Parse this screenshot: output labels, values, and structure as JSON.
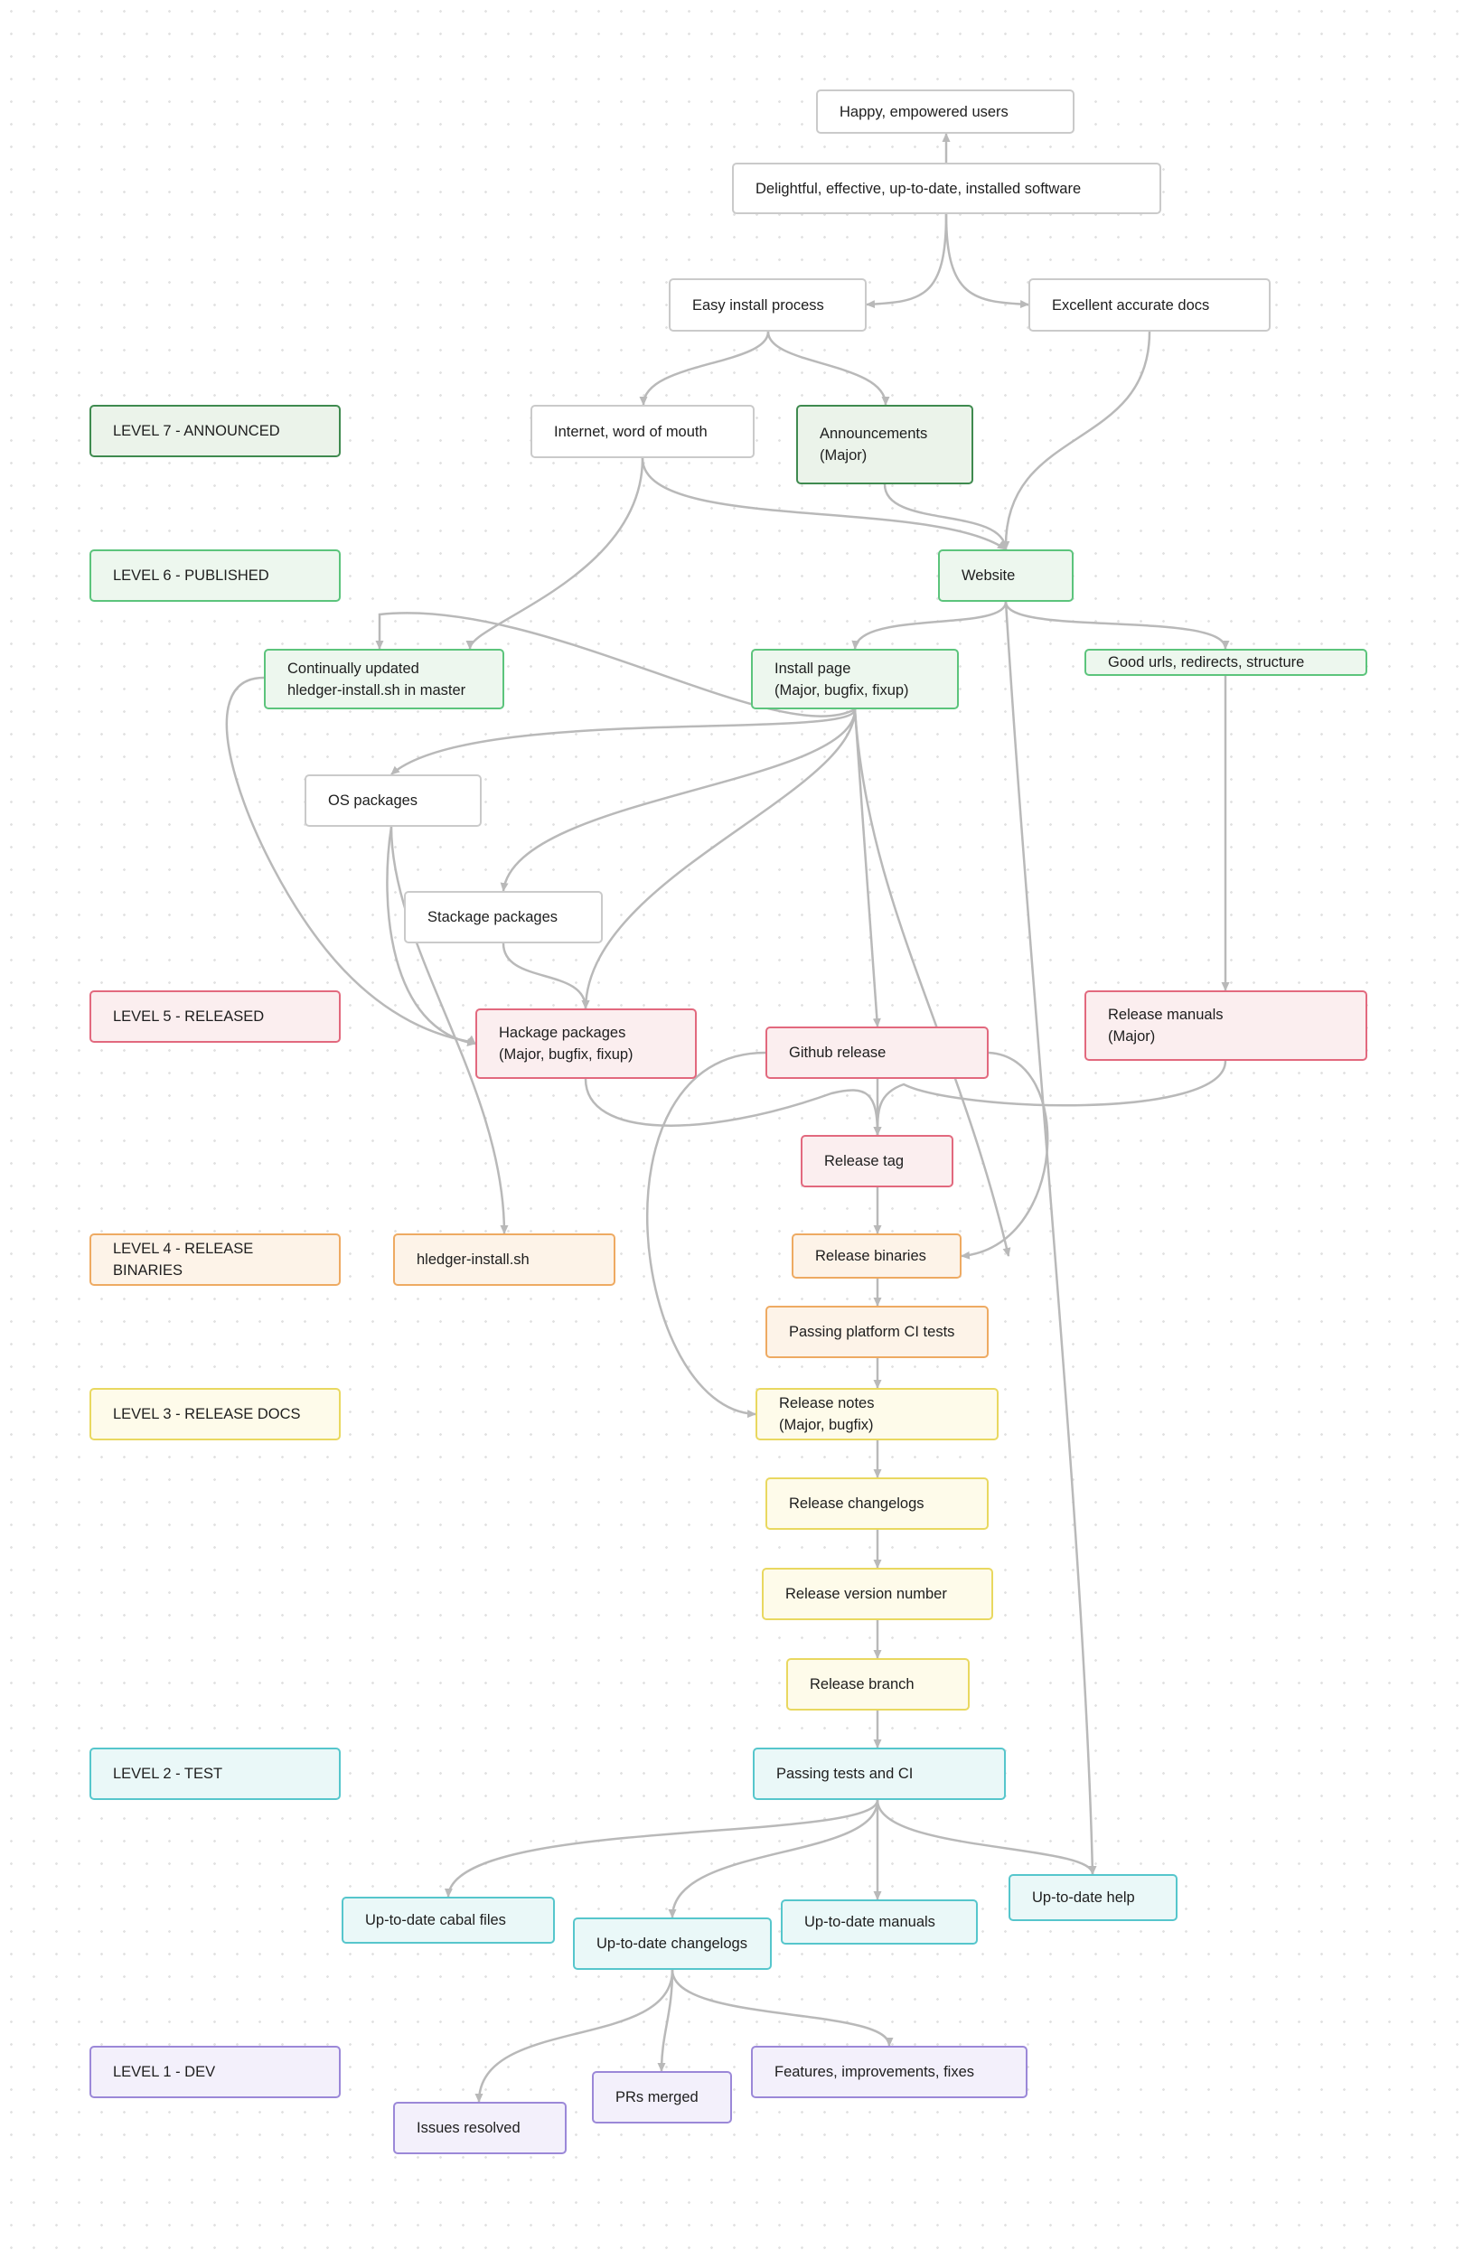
{
  "diagram": {
    "nodes": [
      {
        "id": "happy",
        "label": "Happy, empowered users",
        "style": "white"
      },
      {
        "id": "delightful",
        "label": "Delightful, effective, up-to-date, installed software",
        "style": "white"
      },
      {
        "id": "easy_install",
        "label": "Easy install process",
        "style": "white"
      },
      {
        "id": "accurate_docs",
        "label": "Excellent accurate docs",
        "style": "white"
      },
      {
        "id": "level7",
        "label": "LEVEL 7 - ANNOUNCED",
        "style": "dgreen"
      },
      {
        "id": "internet",
        "label": "Internet, word of mouth",
        "style": "white"
      },
      {
        "id": "announcements",
        "label": "Announcements\n(Major)",
        "style": "dgreen"
      },
      {
        "id": "level6",
        "label": "LEVEL 6 - PUBLISHED",
        "style": "green"
      },
      {
        "id": "website",
        "label": "Website",
        "style": "green"
      },
      {
        "id": "continually",
        "label": "Continually updated\nhledger-install.sh in master",
        "style": "green"
      },
      {
        "id": "install_page",
        "label": "Install page\n(Major, bugfix, fixup)",
        "style": "green"
      },
      {
        "id": "good_urls",
        "label": "Good urls, redirects, structure",
        "style": "green"
      },
      {
        "id": "os_packages",
        "label": "OS packages",
        "style": "white"
      },
      {
        "id": "stackage",
        "label": "Stackage packages",
        "style": "white"
      },
      {
        "id": "level5",
        "label": "LEVEL 5 - RELEASED",
        "style": "red"
      },
      {
        "id": "hackage",
        "label": "Hackage packages\n(Major, bugfix, fixup)",
        "style": "red"
      },
      {
        "id": "github_release",
        "label": "Github release",
        "style": "red"
      },
      {
        "id": "release_manuals",
        "label": "Release manuals\n(Major)",
        "style": "red"
      },
      {
        "id": "release_tag",
        "label": "Release tag",
        "style": "red"
      },
      {
        "id": "level4",
        "label": "LEVEL 4 - RELEASE BINARIES",
        "style": "orange"
      },
      {
        "id": "hledger_install",
        "label": "hledger-install.sh",
        "style": "orange"
      },
      {
        "id": "release_binaries",
        "label": "Release binaries",
        "style": "orange"
      },
      {
        "id": "platform_ci",
        "label": "Passing platform CI tests",
        "style": "orange"
      },
      {
        "id": "level3",
        "label": "LEVEL 3 - RELEASE DOCS",
        "style": "yellow"
      },
      {
        "id": "release_notes",
        "label": "Release notes\n(Major, bugfix)",
        "style": "yellow"
      },
      {
        "id": "release_changelogs",
        "label": "Release changelogs",
        "style": "yellow"
      },
      {
        "id": "release_version",
        "label": "Release version number",
        "style": "yellow"
      },
      {
        "id": "release_branch",
        "label": "Release branch",
        "style": "yellow"
      },
      {
        "id": "level2",
        "label": "LEVEL 2 - TEST",
        "style": "cyan"
      },
      {
        "id": "passing_tests",
        "label": "Passing tests and CI",
        "style": "cyan"
      },
      {
        "id": "cabal_files",
        "label": "Up-to-date cabal files",
        "style": "cyan"
      },
      {
        "id": "changelogs",
        "label": "Up-to-date changelogs",
        "style": "cyan"
      },
      {
        "id": "manuals",
        "label": "Up-to-date manuals",
        "style": "cyan"
      },
      {
        "id": "help",
        "label": "Up-to-date help",
        "style": "cyan"
      },
      {
        "id": "level1",
        "label": "LEVEL 1 - DEV",
        "style": "purple"
      },
      {
        "id": "issues",
        "label": "Issues resolved",
        "style": "purple"
      },
      {
        "id": "prs",
        "label": "PRs merged",
        "style": "purple"
      },
      {
        "id": "features",
        "label": "Features, improvements, fixes",
        "style": "purple"
      }
    ],
    "edges": [
      {
        "from": "delightful",
        "to": "happy"
      },
      {
        "from": "easy_install",
        "to": "delightful"
      },
      {
        "from": "accurate_docs",
        "to": "delightful"
      },
      {
        "from": "internet",
        "to": "easy_install"
      },
      {
        "from": "announcements",
        "to": "easy_install"
      },
      {
        "from": "website",
        "to": "accurate_docs"
      },
      {
        "from": "website",
        "to": "internet"
      },
      {
        "from": "website",
        "to": "announcements"
      },
      {
        "from": "continually",
        "to": "internet"
      },
      {
        "from": "install_page",
        "to": "website"
      },
      {
        "from": "good_urls",
        "to": "website"
      },
      {
        "from": "install_page",
        "to": "continually"
      },
      {
        "from": "os_packages",
        "to": "install_page"
      },
      {
        "from": "stackage",
        "to": "install_page"
      },
      {
        "from": "hackage",
        "to": "install_page"
      },
      {
        "from": "github_release",
        "to": "install_page"
      },
      {
        "from": "release_binaries",
        "to": "install_page"
      },
      {
        "from": "hackage",
        "to": "continually"
      },
      {
        "from": "hledger_install",
        "to": "os_packages"
      },
      {
        "from": "hackage",
        "to": "os_packages"
      },
      {
        "from": "hackage",
        "to": "stackage"
      },
      {
        "from": "release_manuals",
        "to": "good_urls"
      },
      {
        "from": "release_tag",
        "to": "hackage"
      },
      {
        "from": "release_tag",
        "to": "github_release"
      },
      {
        "from": "release_tag",
        "to": "release_manuals"
      },
      {
        "from": "release_binaries",
        "to": "github_release"
      },
      {
        "from": "release_notes",
        "to": "github_release"
      },
      {
        "from": "release_binaries",
        "to": "release_tag"
      },
      {
        "from": "platform_ci",
        "to": "release_binaries"
      },
      {
        "from": "release_notes",
        "to": "platform_ci"
      },
      {
        "from": "release_changelogs",
        "to": "release_notes"
      },
      {
        "from": "release_version",
        "to": "release_changelogs"
      },
      {
        "from": "release_branch",
        "to": "release_version"
      },
      {
        "from": "passing_tests",
        "to": "release_branch"
      },
      {
        "from": "cabal_files",
        "to": "passing_tests"
      },
      {
        "from": "changelogs",
        "to": "passing_tests"
      },
      {
        "from": "manuals",
        "to": "passing_tests"
      },
      {
        "from": "help",
        "to": "passing_tests"
      },
      {
        "from": "help",
        "to": "website"
      },
      {
        "from": "issues",
        "to": "changelogs"
      },
      {
        "from": "prs",
        "to": "changelogs"
      },
      {
        "from": "features",
        "to": "changelogs"
      }
    ],
    "colors": {
      "edge": "#b9b9b9",
      "white_border": "#cacaca",
      "green_fill": "#edf7ee",
      "green_border": "#5cc47c",
      "dark_green_fill": "#ebf3ea",
      "dark_green_border": "#3f8a4f",
      "red_fill": "#fbeeef",
      "red_border": "#e2697e",
      "orange_fill": "#fdf3e8",
      "orange_border": "#eeaa62",
      "yellow_fill": "#fefbea",
      "yellow_border": "#e9d860",
      "cyan_fill": "#eaf8f8",
      "cyan_border": "#56c6cc",
      "purple_fill": "#f3f0fb",
      "purple_border": "#9b88d8"
    }
  }
}
